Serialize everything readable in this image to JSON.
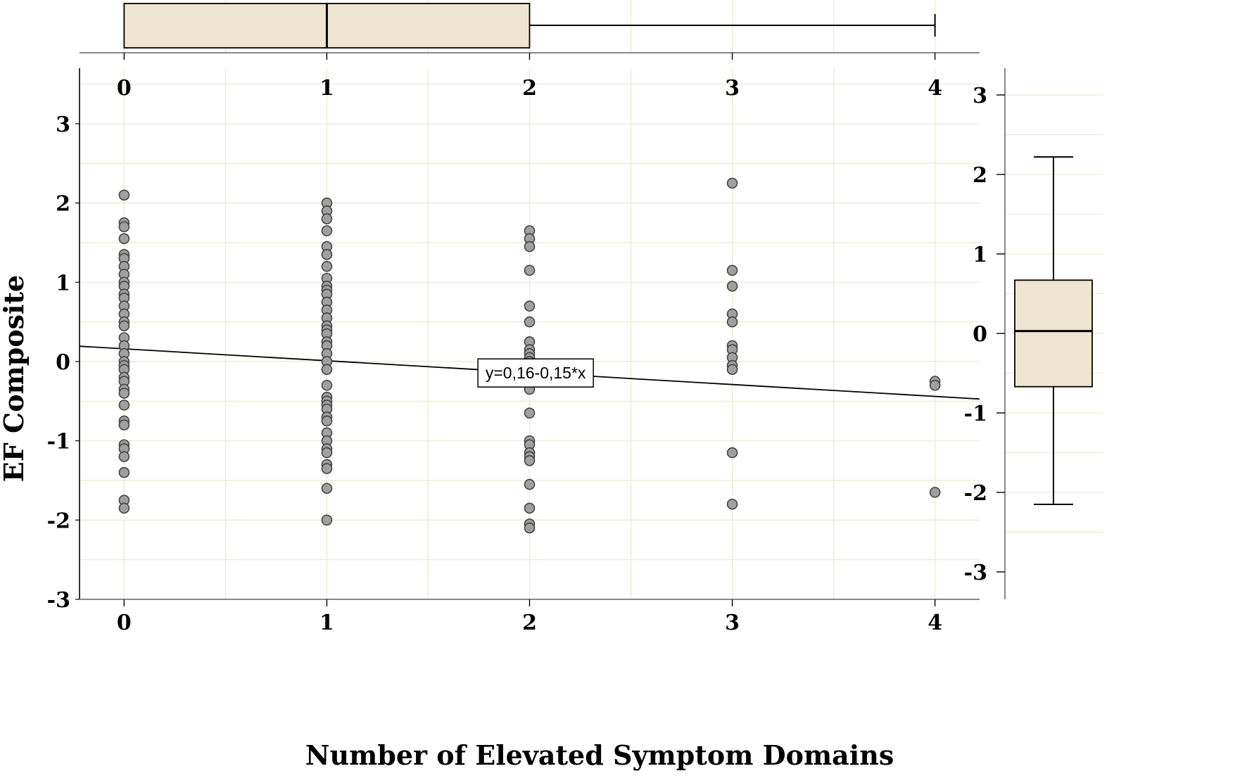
{
  "chart_data": {
    "type": "scatter",
    "xlabel": "Number of Elevated Symptom Domains",
    "ylabel": "EF Composite",
    "xlim": [
      -0.22,
      4.22
    ],
    "ylim": [
      -3,
      3.7
    ],
    "x_ticks": [
      0,
      1,
      2,
      3,
      4
    ],
    "y_ticks": [
      -3,
      -2,
      -1,
      0,
      1,
      2,
      3
    ],
    "grid": true,
    "colors": {
      "grid": "#efe9d2",
      "box_fill": "#eee6d0",
      "point_fill": "#a0a0a0",
      "point_stroke": "#444444",
      "axis": "#888888"
    },
    "fit_line": {
      "intercept": 0.16,
      "slope": -0.15,
      "label": "y=0,16-0,15*x",
      "label_at_x": 2.03
    },
    "points": [
      {
        "x": 0,
        "y": [
          2.1,
          1.75,
          1.7,
          1.55,
          1.35,
          1.3,
          1.2,
          1.1,
          1.0,
          0.95,
          0.85,
          0.8,
          0.7,
          0.6,
          0.5,
          0.45,
          0.3,
          0.2,
          0.1,
          0.0,
          -0.05,
          -0.1,
          -0.2,
          -0.25,
          -0.35,
          -0.4,
          -0.55,
          -0.75,
          -0.8,
          -1.05,
          -1.1,
          -1.2,
          -1.4,
          -1.75,
          -1.85
        ]
      },
      {
        "x": 1,
        "y": [
          2.0,
          1.9,
          1.8,
          1.65,
          1.45,
          1.35,
          1.2,
          1.05,
          0.95,
          0.9,
          0.85,
          0.75,
          0.65,
          0.55,
          0.45,
          0.4,
          0.35,
          0.25,
          0.2,
          0.1,
          0.0,
          -0.1,
          -0.3,
          -0.45,
          -0.5,
          -0.55,
          -0.6,
          -0.7,
          -0.75,
          -0.9,
          -1.0,
          -1.1,
          -1.15,
          -1.3,
          -1.35,
          -1.6,
          -2.0
        ]
      },
      {
        "x": 2,
        "y": [
          1.65,
          1.55,
          1.45,
          1.15,
          0.7,
          0.5,
          0.25,
          0.15,
          0.1,
          0.05,
          0.0,
          -0.05,
          -0.15,
          -0.3,
          -0.35,
          -0.65,
          -1.0,
          -1.05,
          -1.15,
          -1.2,
          -1.25,
          -1.55,
          -1.85,
          -2.05,
          -2.1
        ]
      },
      {
        "x": 3,
        "y": [
          2.25,
          1.15,
          0.95,
          0.6,
          0.5,
          0.2,
          0.15,
          0.05,
          -0.05,
          -0.1,
          -1.15,
          -1.8
        ]
      },
      {
        "x": 4,
        "y": [
          -0.25,
          -0.3,
          -1.65
        ]
      }
    ],
    "top_boxplot": {
      "variable": "x",
      "min": 0,
      "q1": 0,
      "median": 1,
      "q3": 2,
      "max": 4
    },
    "right_boxplot": {
      "variable": "y",
      "min": -2.15,
      "q1": -0.67,
      "median": 0.03,
      "q3": 0.67,
      "max": 2.22
    },
    "right_axis_ticks": [
      -3,
      -2,
      -1,
      0,
      1,
      2,
      3
    ]
  }
}
